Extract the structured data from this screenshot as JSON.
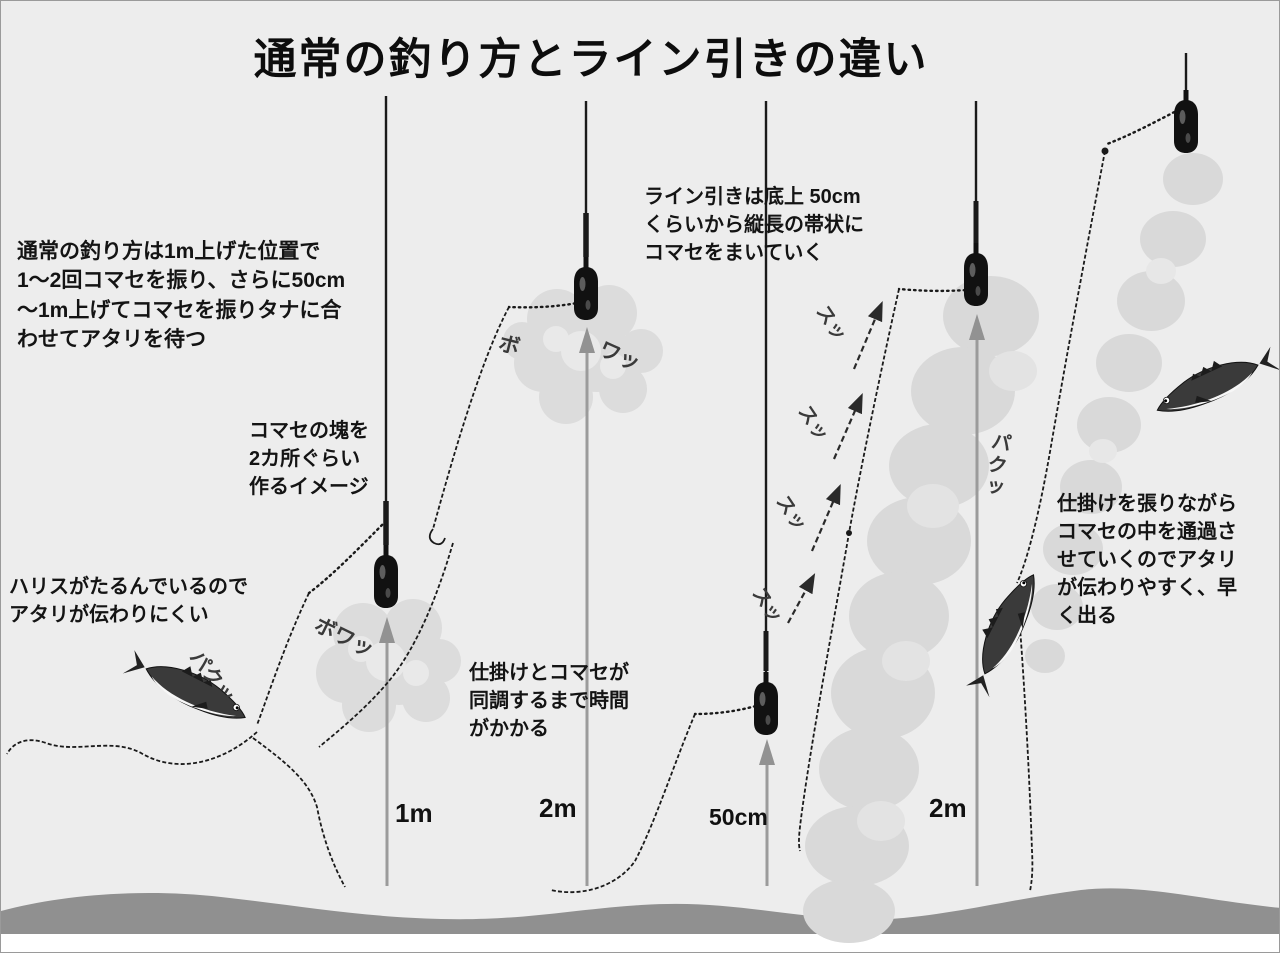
{
  "title": "通常の釣り方とライン引きの違い",
  "annotations": {
    "normal_method": "通常の釣り方は1m上げた位置で\n1〜2回コマセを振り、さらに50cm\n〜1m上げてコマセを振りタナに合\nわせてアタリを待つ",
    "chum_clumps": "コマセの塊を\n2カ所ぐらい\n作るイメージ",
    "slack_line": "ハリスがたるんでいるので\nアタリが伝わりにくい",
    "sync_time": "仕掛けとコマセが\n同調するまで時間\nがかかる",
    "line_pull_method": "ライン引きは底上 50cm\nくらいから縦長の帯状に\nコマセをまいていく",
    "taut_line": "仕掛けを張りながら\nコマセの中を通過さ\nせていくのでアタリ\nが伝わりやすく、早\nく出る"
  },
  "depth_labels": {
    "rig1_height": "1m",
    "rig2_height": "2m",
    "rig3_height": "50cm",
    "rig4_height": "2m"
  },
  "sfx": {
    "chum_burst": "ボワッ",
    "chum_burst_left": "ボ",
    "chum_burst_right": "ワッ",
    "fish_bite": "パクッ",
    "line_pull": "スッ"
  },
  "colors": {
    "background": "#ededed",
    "seafloor": "#909090",
    "chum_cloud": "#dcdcdc",
    "line": "#1a1a1a",
    "up_arrow": "#9b9b9b",
    "text": "#141414"
  }
}
